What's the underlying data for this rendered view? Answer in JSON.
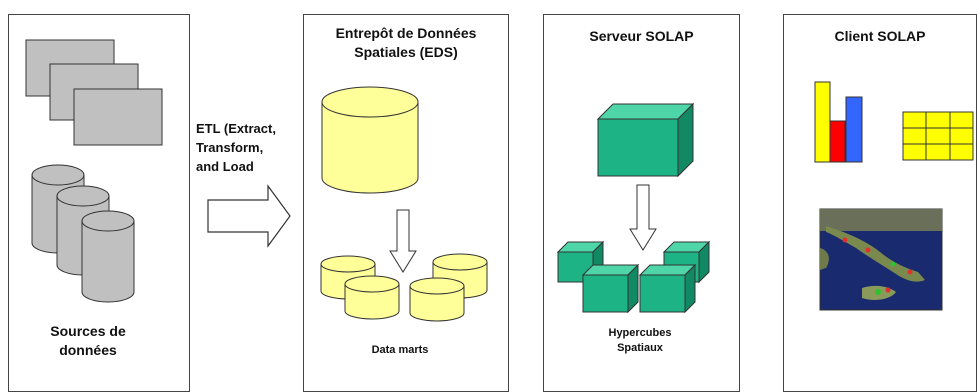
{
  "panels": {
    "sources": {
      "label": "Sources de\ndonnées"
    },
    "eds": {
      "title": "Entrepôt de Données\nSpatiales (EDS)",
      "marts_label": "Data marts"
    },
    "server": {
      "title": "Serveur SOLAP",
      "cubes_label": "Hypercubes\nSpatiaux"
    },
    "client": {
      "title": "Client SOLAP"
    }
  },
  "etl": {
    "label": "ETL (Extract,\nTransform,\nand Load"
  },
  "colors": {
    "gray_fill": "#c0c0c0",
    "yellow_fill": "#ffff99",
    "teal_fill": "#1db385",
    "chart_yellow": "#ffff00",
    "chart_red": "#ff0000",
    "chart_blue": "#3366ff",
    "map_sea": "#1a2a6e"
  }
}
